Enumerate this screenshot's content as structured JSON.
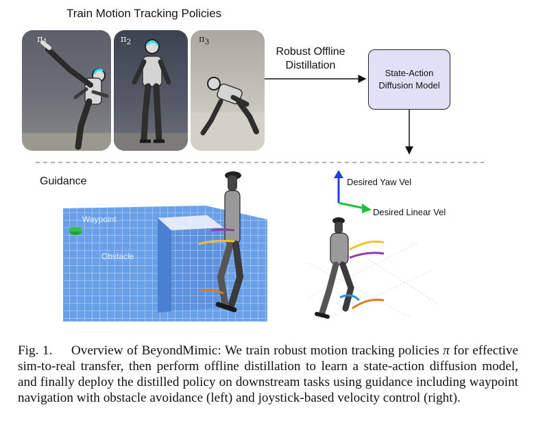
{
  "top_title": "Train Motion Tracking Policies",
  "policies": [
    {
      "label": "π",
      "sub": "1"
    },
    {
      "label": "π",
      "sub": "2"
    },
    {
      "label": "π",
      "sub": "3"
    }
  ],
  "distillation": {
    "line1": "Robust Offline",
    "line2": "Distillation"
  },
  "diffusion_box": {
    "line1": "State-Action",
    "line2": "Diffusion Model"
  },
  "guidance": {
    "title": "Guidance",
    "waypoint_label": "Waypoint",
    "obstacle_label": "Obstacle"
  },
  "velocity": {
    "yaw_label": "Desired Yaw Vel",
    "linear_label": "Desired Linear Vel"
  },
  "colors": {
    "box_fill": "#e2e0f7",
    "floor_blue": "#6aa0e8",
    "waypoint_green": "#1fa52e",
    "yaw_arrow": "#1f3fd6",
    "linear_arrow": "#18c23a",
    "traj_orange": "#e07a1f",
    "traj_purple": "#8e3aa8",
    "traj_yellow": "#f0c22a",
    "traj_blue": "#2c8fd4"
  },
  "caption": {
    "fig_label": "Fig. 1.",
    "part1": "Overview of BeyondMimic: We train robust motion tracking policies",
    "pi": "π",
    "part2": "for effective sim-to-real transfer, then perform offline distillation to learn a state-action diffusion model, and finally deploy the distilled policy on downstream tasks using guidance including waypoint navigation with obstacle avoidance (left) and joystick-based velocity control (right)."
  }
}
